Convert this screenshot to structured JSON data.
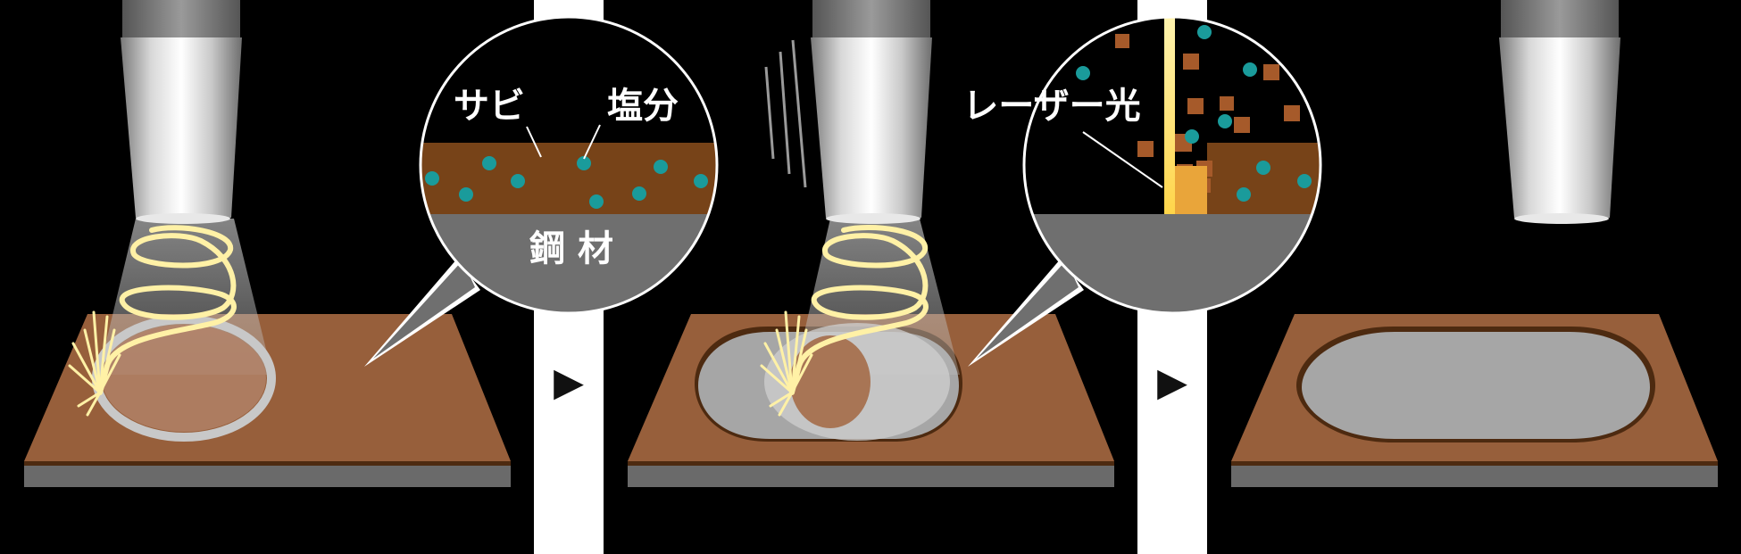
{
  "figure": {
    "labels": {
      "rust": "サビ",
      "salt": "塩分",
      "steel": "鋼 材",
      "laser": "レーザー光"
    },
    "arrows": [
      "▶",
      "▶"
    ],
    "colors": {
      "background": "#000000",
      "separator": "#ffffff",
      "rust_plate": "#975f3b",
      "rust_layer": "#774318",
      "steel": "#6f6f6f",
      "cleaned_steel": "#a6a6a6",
      "salt_dots": "#1a9b9b",
      "laser": "#ffe680"
    },
    "panels": [
      {
        "step": 1,
        "icon": "laser-nozzle-icon",
        "state": "laser scanning begins on rusted plate"
      },
      {
        "step": 2,
        "icon": "laser-nozzle-icon",
        "state": "laser removing rust and salt"
      },
      {
        "step": 3,
        "icon": "laser-nozzle-icon",
        "state": "cleaned steel surface"
      }
    ]
  }
}
